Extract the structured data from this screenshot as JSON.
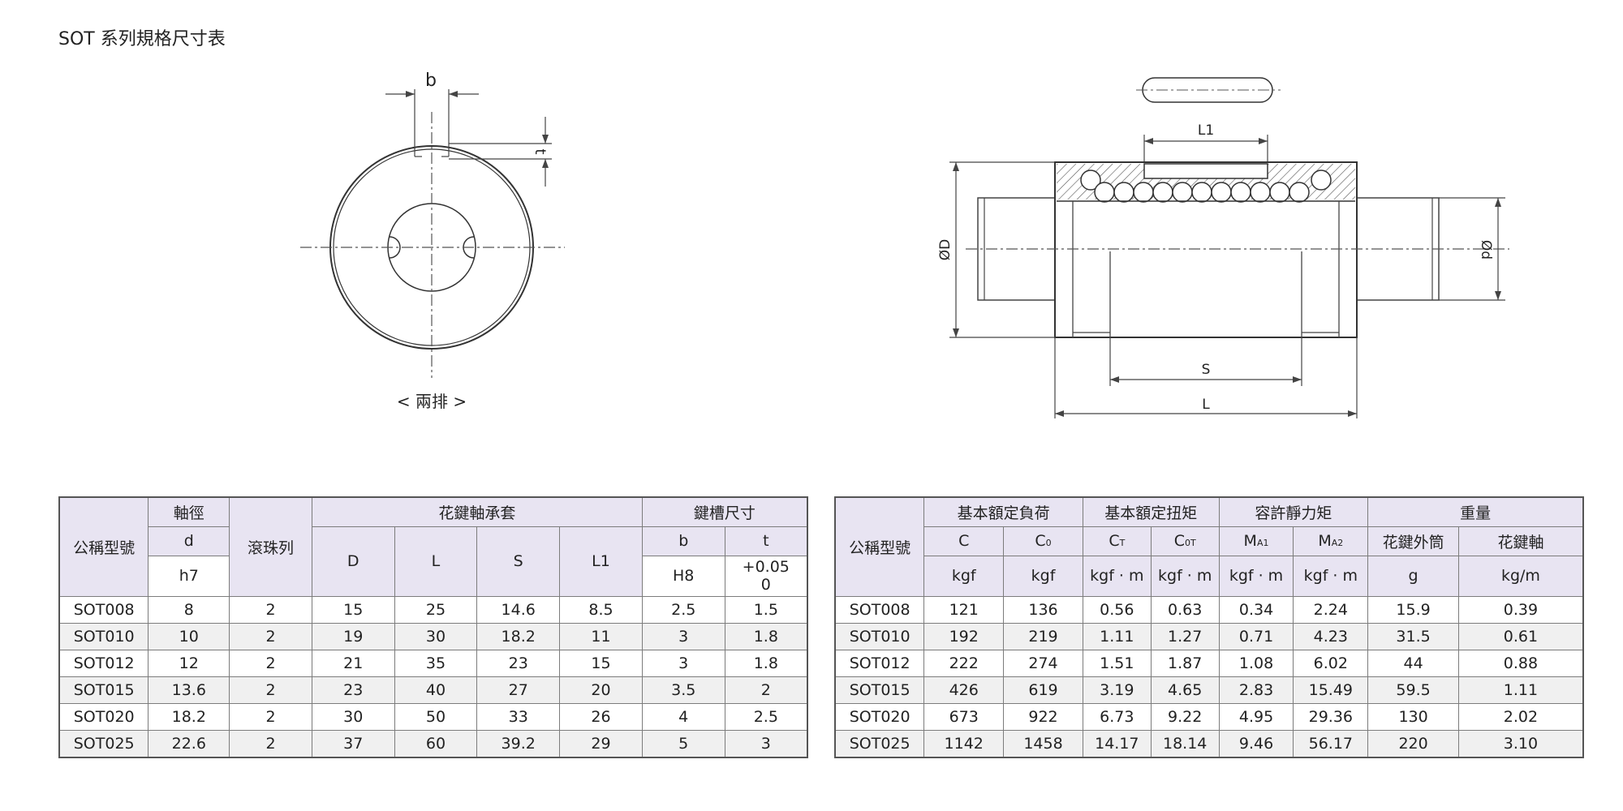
{
  "title": "SOT 系列規格尺寸表",
  "diagram": {
    "left_view_caption": "< 兩排 >",
    "label_b": "b",
    "label_t": "t",
    "label_L1": "L1",
    "label_S": "S",
    "label_L": "L",
    "label_OD": "ØD",
    "label_Od": "Ød"
  },
  "table1": {
    "headers": {
      "model": "公稱型號",
      "shaft_dia": "軸徑",
      "d": "d",
      "h7": "h7",
      "balls": "滾珠列",
      "sleeve": "花鍵軸承套",
      "D": "D",
      "L": "L",
      "S": "S",
      "L1": "L1",
      "keyway": "鍵槽尺寸",
      "b": "b",
      "t": "t",
      "H8": "H8",
      "tol_upper": "+0.05",
      "tol_lower": "0"
    },
    "rows": [
      [
        "SOT008",
        "8",
        "2",
        "15",
        "25",
        "14.6",
        "8.5",
        "2.5",
        "1.5"
      ],
      [
        "SOT010",
        "10",
        "2",
        "19",
        "30",
        "18.2",
        "11",
        "3",
        "1.8"
      ],
      [
        "SOT012",
        "12",
        "2",
        "21",
        "35",
        "23",
        "15",
        "3",
        "1.8"
      ],
      [
        "SOT015",
        "13.6",
        "2",
        "23",
        "40",
        "27",
        "20",
        "3.5",
        "2"
      ],
      [
        "SOT020",
        "18.2",
        "2",
        "30",
        "50",
        "33",
        "26",
        "4",
        "2.5"
      ],
      [
        "SOT025",
        "22.6",
        "2",
        "37",
        "60",
        "39.2",
        "29",
        "5",
        "3"
      ]
    ]
  },
  "table2": {
    "headers": {
      "model": "公稱型號",
      "load": "基本額定負荷",
      "torque": "基本額定扭矩",
      "static_moment": "容許靜力矩",
      "weight": "重量",
      "C": "C",
      "C0_main": "C",
      "C0_sub": "0",
      "CT_main": "C",
      "CT_sub": "T",
      "C0T_main": "C",
      "C0T_sub": "0T",
      "MA1_main": "M",
      "MA1_sub": "A1",
      "MA2_main": "M",
      "MA2_sub": "A2",
      "outer_sleeve": "花鍵外筒",
      "spline_shaft": "花鍵軸",
      "u_kgf": "kgf",
      "u_kgf2": "kgf",
      "u_kgfm1": "kgf · m",
      "u_kgfm2": "kgf · m",
      "u_kgfm3": "kgf · m",
      "u_kgfm4": "kgf · m",
      "u_g": "g",
      "u_kgm": "kg/m"
    },
    "rows": [
      [
        "SOT008",
        "121",
        "136",
        "0.56",
        "0.63",
        "0.34",
        "2.24",
        "15.9",
        "0.39"
      ],
      [
        "SOT010",
        "192",
        "219",
        "1.11",
        "1.27",
        "0.71",
        "4.23",
        "31.5",
        "0.61"
      ],
      [
        "SOT012",
        "222",
        "274",
        "1.51",
        "1.87",
        "1.08",
        "6.02",
        "44",
        "0.88"
      ],
      [
        "SOT015",
        "426",
        "619",
        "3.19",
        "4.65",
        "2.83",
        "15.49",
        "59.5",
        "1.11"
      ],
      [
        "SOT020",
        "673",
        "922",
        "6.73",
        "9.22",
        "4.95",
        "29.36",
        "130",
        "2.02"
      ],
      [
        "SOT025",
        "1142",
        "1458",
        "14.17",
        "18.14",
        "9.46",
        "56.17",
        "220",
        "3.10"
      ]
    ]
  }
}
